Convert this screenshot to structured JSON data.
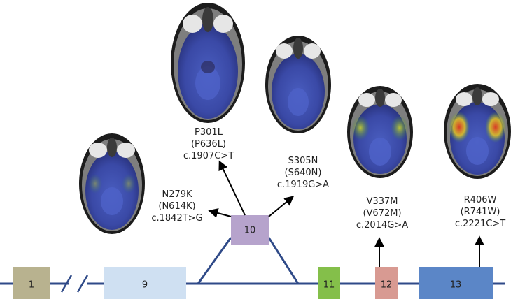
{
  "colors": {
    "gene_line": "#2f4a88",
    "arrow": "#000000",
    "brain_background": "#2a2a2a",
    "brain_tissue": "#3c4aa8",
    "hypermetabolic_warm": "#e8d020",
    "hypermetabolic_hot": "#d84020"
  },
  "exons": [
    {
      "id": "1",
      "label": "1",
      "color": "#b8b28f"
    },
    {
      "id": "9",
      "label": "9",
      "color": "#cfe0f2"
    },
    {
      "id": "10",
      "label": "10",
      "color": "#b6a3cc"
    },
    {
      "id": "11",
      "label": "11",
      "color": "#84bf4a"
    },
    {
      "id": "12",
      "label": "12",
      "color": "#d89a92"
    },
    {
      "id": "13",
      "label": "13",
      "color": "#5b86c7"
    }
  ],
  "axis_break_symbol": "//",
  "mutations": [
    {
      "id": "n279k",
      "lines": [
        "N279K",
        "(N614K)",
        "c.1842T>G"
      ],
      "exon": "10"
    },
    {
      "id": "p301l",
      "lines": [
        "P301L",
        "(P636L)",
        "c.1907C>T"
      ],
      "exon": "10"
    },
    {
      "id": "s305n",
      "lines": [
        "S305N",
        "(S640N)",
        "c.1919G>A"
      ],
      "exon": "10"
    },
    {
      "id": "v337m",
      "lines": [
        "V337M",
        "(V672M)",
        "c.2014G>A"
      ],
      "exon": "12"
    },
    {
      "id": "r406w",
      "lines": [
        "R406W",
        "(R741W)",
        "c.2221C>T"
      ],
      "exon": "13"
    }
  ],
  "brain_scans": [
    {
      "id": "n279k",
      "mutation": "N279K",
      "pattern": "diffuse-low"
    },
    {
      "id": "p301l",
      "mutation": "P301L",
      "pattern": "diffuse-low"
    },
    {
      "id": "s305n",
      "mutation": "S305N",
      "pattern": "diffuse-low"
    },
    {
      "id": "v337m",
      "mutation": "V337M",
      "pattern": "temporal-moderate"
    },
    {
      "id": "r406w",
      "mutation": "R406W",
      "pattern": "temporal-high"
    }
  ]
}
